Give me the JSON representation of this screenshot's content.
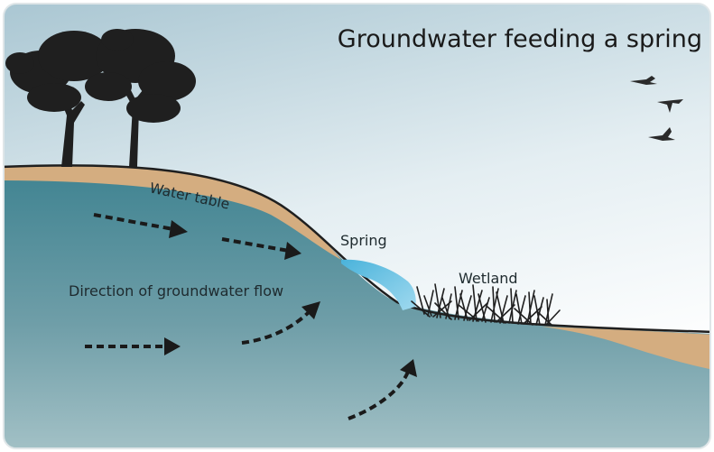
{
  "title": "Groundwater feeding a spring",
  "labels": {
    "water_table": "Water table",
    "spring": "Spring",
    "wetland": "Wetland",
    "flow_direction": "Direction of groundwater flow"
  },
  "colors": {
    "sky_top": "#a9c6d2",
    "sky_bottom": "#ffffff",
    "soil": "#d4ad80",
    "groundwater_top": "#3f8391",
    "groundwater_bottom": "#8fb3ba",
    "spring_water": "#4fb6dd",
    "silhouette": "#1f1f1f",
    "arrow": "#1a1a1a"
  },
  "icons": [
    "tree-icon",
    "tree-icon",
    "bird-icon",
    "bird-icon",
    "bird-icon",
    "dashed-arrow-icon",
    "reed-icon"
  ]
}
